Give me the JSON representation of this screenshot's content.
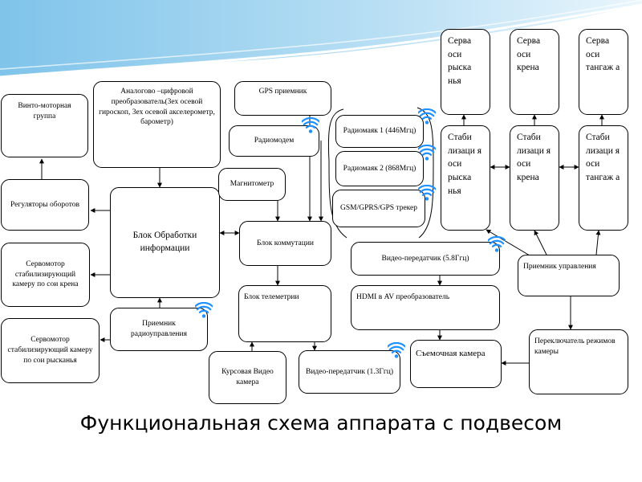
{
  "diagram": {
    "title": "Функциональная схема аппарата с подвесом",
    "blocks": {
      "motor_group": "Винто-моторная группа",
      "adc": "Аналогово –цифровой преобразователь(3ех осевой гироскоп, 3ех осевой акселерометр, барометр)",
      "gps": "GPS приемник",
      "radiomodem": "Радиомодем",
      "beacon1": "Радиомаяк 1 (446Мгц)",
      "beacon2": "Радиомаяк 2 (868Мгц)",
      "gsm": "GSM/GPRS/GPS трекер",
      "servo_yaw": "Серва оси рыскa нья",
      "servo_roll": "Серва оси крена",
      "servo_pitch": "Серва оси тангаж а",
      "stab_yaw": "Стаби лизаци я оси рыскa нья",
      "stab_roll": "Стаби лизаци я оси крена",
      "stab_pitch": "Стаби лизаци я оси тангаж а",
      "regulators": "Регуляторы оборотов",
      "processing": "Блок Обработки информации",
      "magnetometer": "Магнитометр",
      "switching": "Блок коммутации",
      "video_tx_58": "Видео-передатчик (5.8Ггц)",
      "control_rx": "Приемник управления",
      "servo_cam_roll": "Сервомотор стабилизирующий камеру по сои крена",
      "telemetry": "Блок телеметрии",
      "hdmi": "HDMI в AV преобразователь",
      "radio_rx": "Приемник радиоуправления",
      "servo_cam_yaw": "Сервомотор стабилизирующий камеру по сои рысканья",
      "course_cam": "Курсовая Видео камера",
      "video_tx_13": "Видео-передатчик (1.3Ггц)",
      "camera": "Съемочная камера",
      "mode_switch": "Переключатель режимов камеры"
    }
  }
}
